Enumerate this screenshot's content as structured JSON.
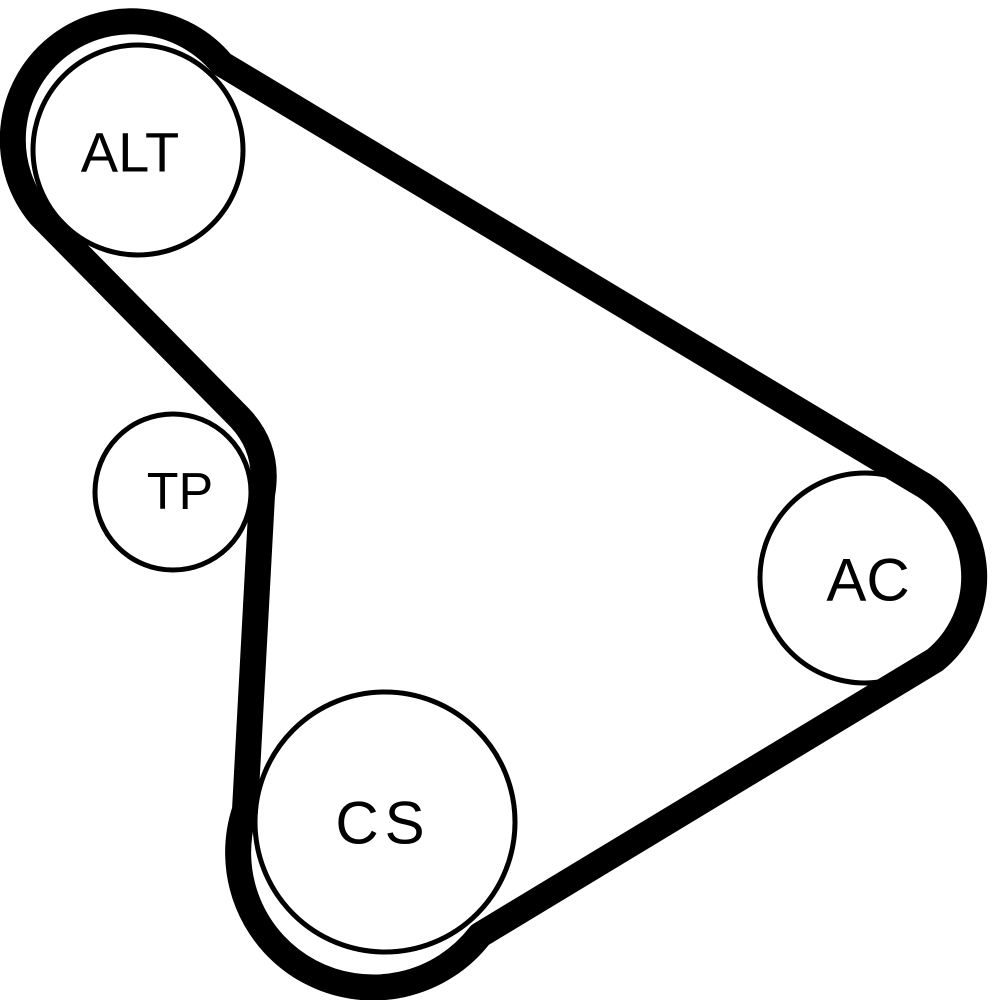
{
  "pulleys": {
    "alt": {
      "label": "ALT"
    },
    "tp": {
      "label": "TP"
    },
    "ac": {
      "label": "AC"
    },
    "cs": {
      "label": "CS"
    }
  }
}
